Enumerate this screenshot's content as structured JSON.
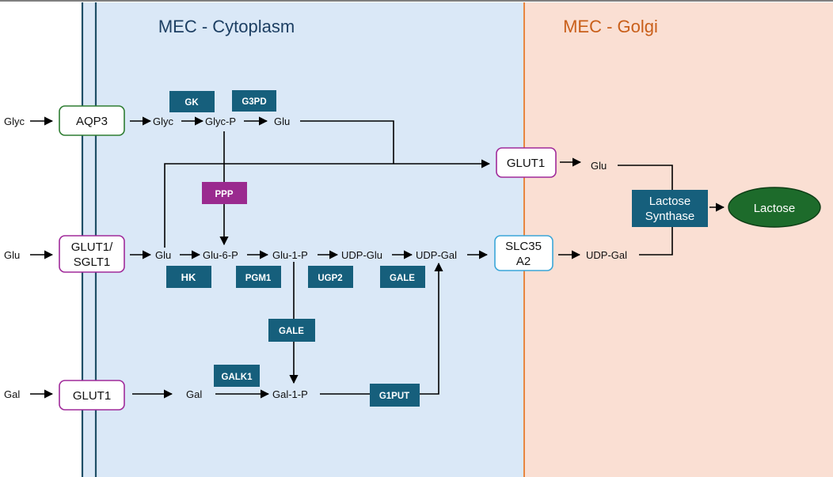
{
  "regions": {
    "cytoplasm": "MEC - Cytoplasm",
    "golgi": "MEC - Golgi"
  },
  "inputs": {
    "glyc": "Glyc",
    "glu": "Glu",
    "gal": "Gal"
  },
  "transporters": {
    "aqp3": "AQP3",
    "glut1_sglt1_line1": "GLUT1/",
    "glut1_sglt1_line2": "SGLT1",
    "glut1_gal": "GLUT1",
    "glut1_golgi": "GLUT1",
    "slc35a2_line1": "SLC35",
    "slc35a2_line2": "A2"
  },
  "metabolites": {
    "glyc": "Glyc",
    "glyc_p": "Glyc-P",
    "glu_top": "Glu",
    "glu_mid": "Glu",
    "glu_6_p": "Glu-6-P",
    "glu_1_p": "Glu-1-P",
    "udp_glu": "UDP-Glu",
    "udp_gal": "UDP-Gal",
    "gal": "Gal",
    "gal_1_p": "Gal-1-P",
    "glu_golgi": "Glu",
    "udp_gal_golgi": "UDP-Gal"
  },
  "enzymes": {
    "gk": "GK",
    "g3pd": "G3PD",
    "ppp": "PPP",
    "hk": "HK",
    "pgm1": "PGM1",
    "ugp2": "UGP2",
    "gale_top": "GALE",
    "gale_mid": "GALE",
    "galk1": "GALK1",
    "g1put": "G1PUT",
    "lactose_synthase_line1": "Lactose",
    "lactose_synthase_line2": "Synthase"
  },
  "product": {
    "lactose": "Lactose"
  },
  "colors": {
    "cytoplasm_bg": "#dae8f7",
    "golgi_bg": "#fadfd3",
    "membrane": "#1f4f67",
    "golgi_border": "#e8853f",
    "enzyme": "#165f7c",
    "ppp": "#9a2a8f",
    "aqp3_border": "#2e7d32",
    "glut_border": "#a02a9a",
    "slc_border": "#3aa6d8",
    "lactose_fill": "#1d6b2b",
    "cytoplasm_title": "#1d3f63",
    "golgi_title": "#c95f1a"
  }
}
